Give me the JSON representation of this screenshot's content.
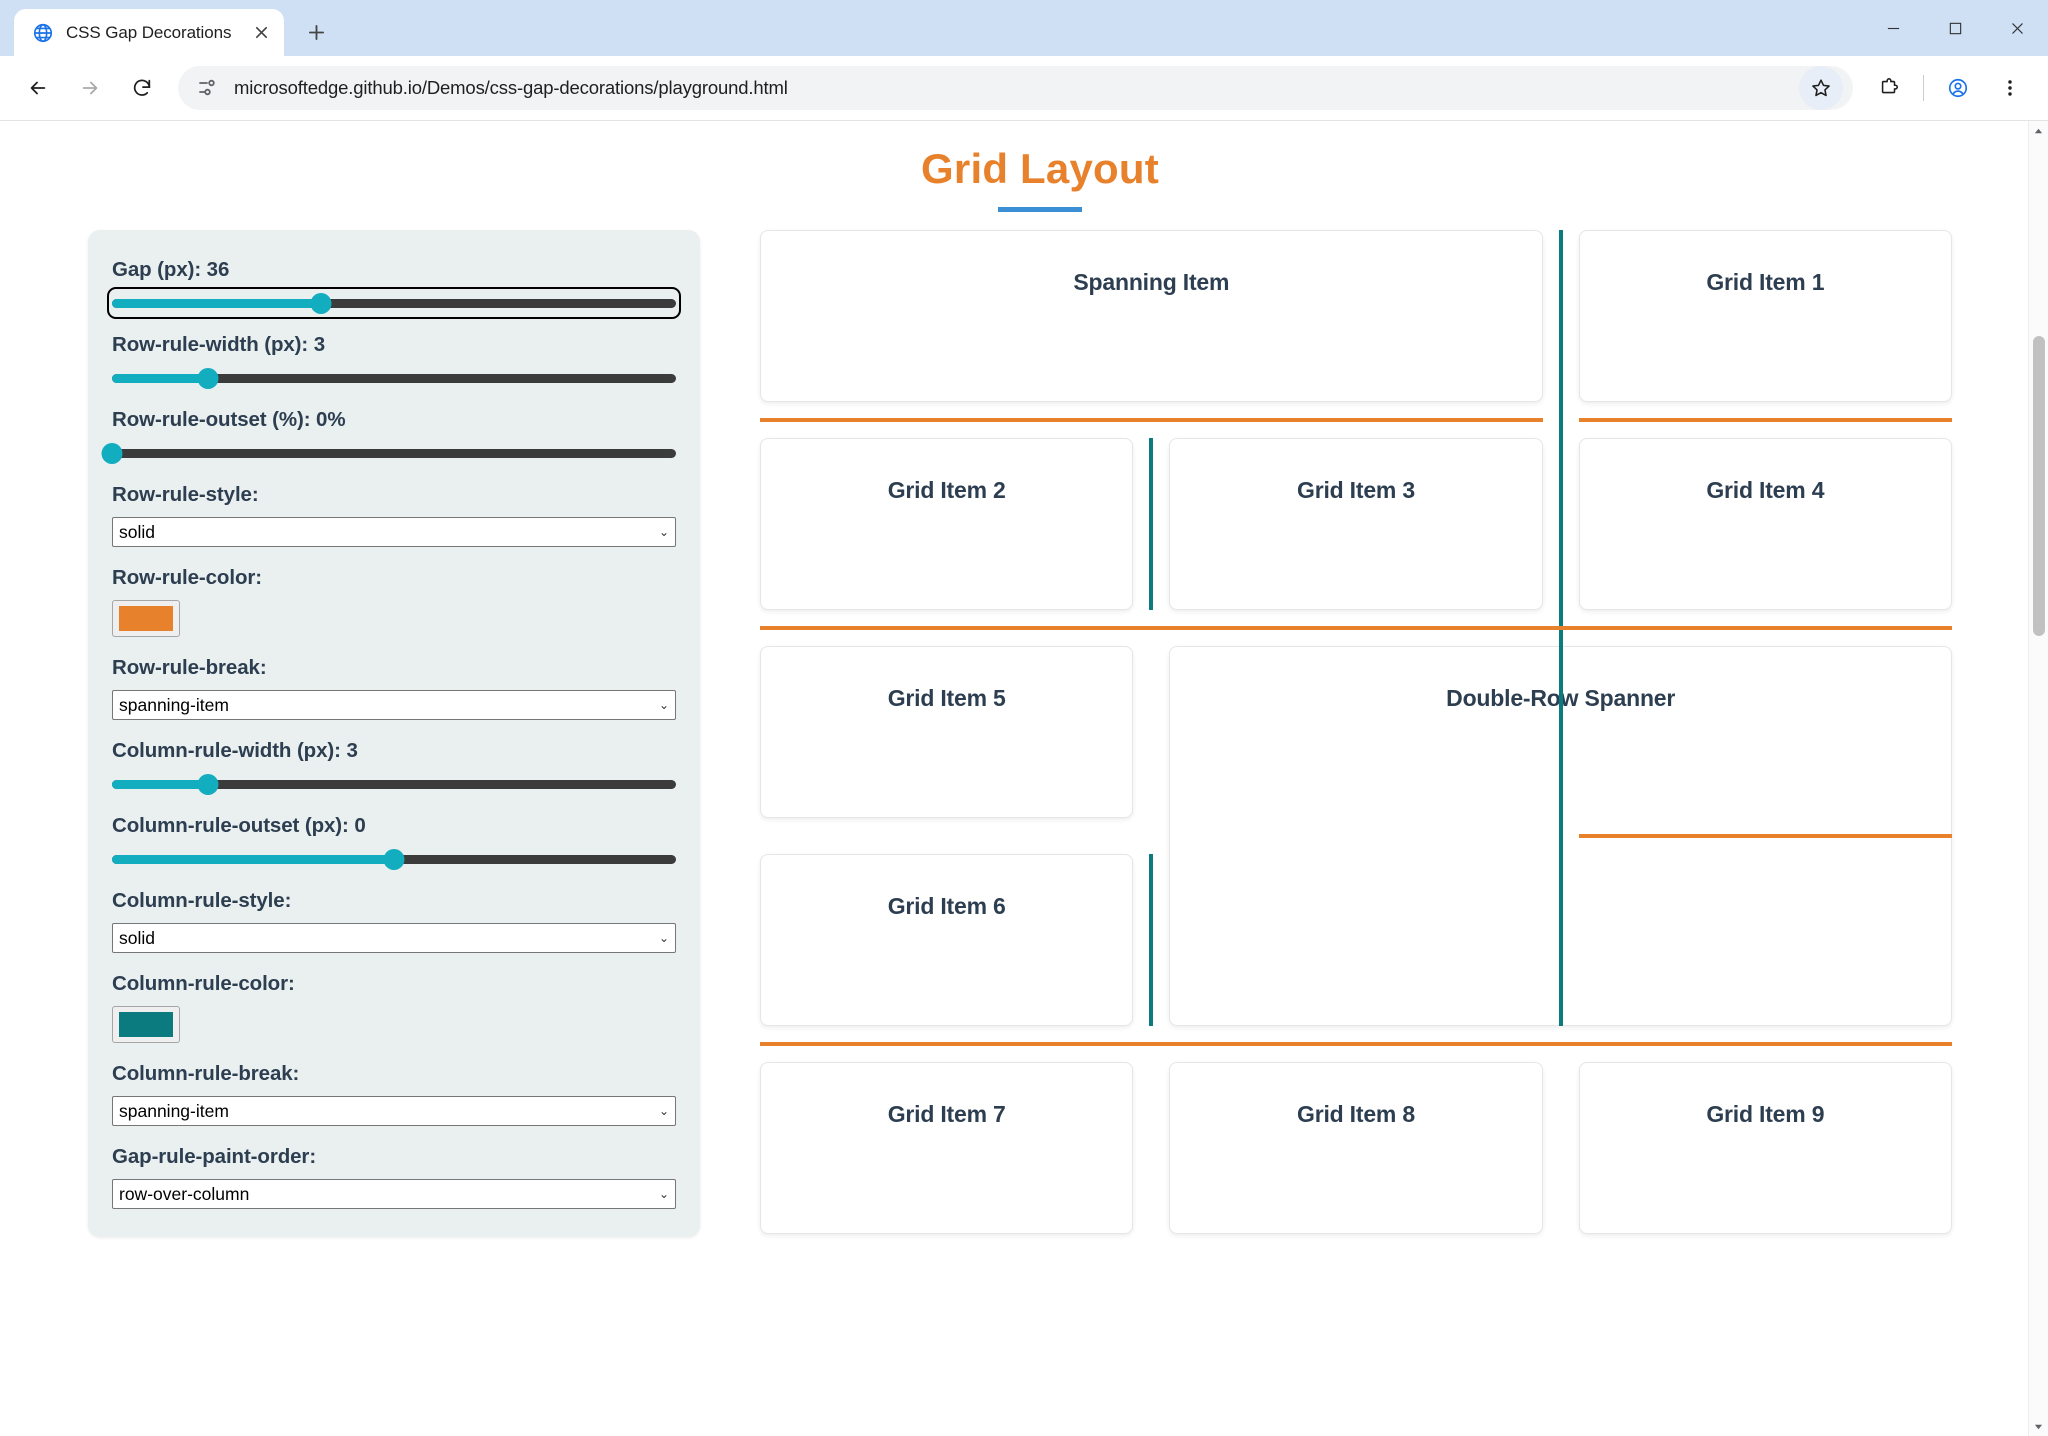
{
  "browser": {
    "tab": {
      "title": "CSS Gap Decorations playground",
      "favicon": "globe-icon",
      "close": "close-icon"
    },
    "new_tab_label": "+",
    "window_controls": [
      "minimize-icon",
      "maximize-icon",
      "close-window-icon"
    ],
    "nav": {
      "back": "back-arrow-icon",
      "forward": "forward-arrow-icon",
      "reload": "reload-icon"
    },
    "omnibox": {
      "url": "microsoftedge.github.io/Demos/css-gap-decorations/playground.html",
      "site_info_icon": "page-info-icon",
      "bookmark_icon": "star-icon"
    },
    "toolbar_right": [
      "extensions-icon",
      "profile-icon",
      "more-menu-icon"
    ]
  },
  "page": {
    "title": "Grid Layout",
    "controls": [
      {
        "id": "gap",
        "type": "slider",
        "label": "Gap (px): 36",
        "value": 36,
        "percent": 37,
        "focused": true
      },
      {
        "id": "row-rule-width",
        "type": "slider",
        "label": "Row-rule-width (px): 3",
        "value": 3,
        "percent": 17,
        "focused": false
      },
      {
        "id": "row-rule-outset",
        "type": "slider",
        "label": "Row-rule-outset (%): 0%",
        "value": 0,
        "percent": 0,
        "focused": false
      },
      {
        "id": "row-rule-style",
        "type": "select",
        "label": "Row-rule-style:",
        "value": "solid"
      },
      {
        "id": "row-rule-color",
        "type": "color",
        "label": "Row-rule-color:",
        "value": "#e8812b"
      },
      {
        "id": "row-rule-break",
        "type": "select",
        "label": "Row-rule-break:",
        "value": "spanning-item"
      },
      {
        "id": "column-rule-width",
        "type": "slider",
        "label": "Column-rule-width (px): 3",
        "value": 3,
        "percent": 17,
        "focused": false
      },
      {
        "id": "column-rule-outset",
        "type": "slider",
        "label": "Column-rule-outset (px): 0",
        "value": 0,
        "percent": 50,
        "focused": false
      },
      {
        "id": "column-rule-style",
        "type": "select",
        "label": "Column-rule-style:",
        "value": "solid"
      },
      {
        "id": "column-rule-color",
        "type": "color",
        "label": "Column-rule-color:",
        "value": "#0b7b7f"
      },
      {
        "id": "column-rule-break",
        "type": "select",
        "label": "Column-rule-break:",
        "value": "spanning-item"
      },
      {
        "id": "gap-rule-paint-order",
        "type": "select",
        "label": "Gap-rule-paint-order:",
        "value": "row-over-column"
      }
    ],
    "grid_items": [
      {
        "label": "Spanning Item",
        "span": "span2"
      },
      {
        "label": "Grid Item 1",
        "span": ""
      },
      {
        "label": "Grid Item 2",
        "span": ""
      },
      {
        "label": "Grid Item 3",
        "span": ""
      },
      {
        "label": "Grid Item 4",
        "span": ""
      },
      {
        "label": "Grid Item 5",
        "span": ""
      },
      {
        "label": "Double-Row Spanner",
        "span": "span2row2"
      },
      {
        "label": "Grid Item 6",
        "span": ""
      },
      {
        "label": "Grid Item 7",
        "span": ""
      },
      {
        "label": "Grid Item 8",
        "span": ""
      },
      {
        "label": "Grid Item 9",
        "span": ""
      }
    ]
  }
}
